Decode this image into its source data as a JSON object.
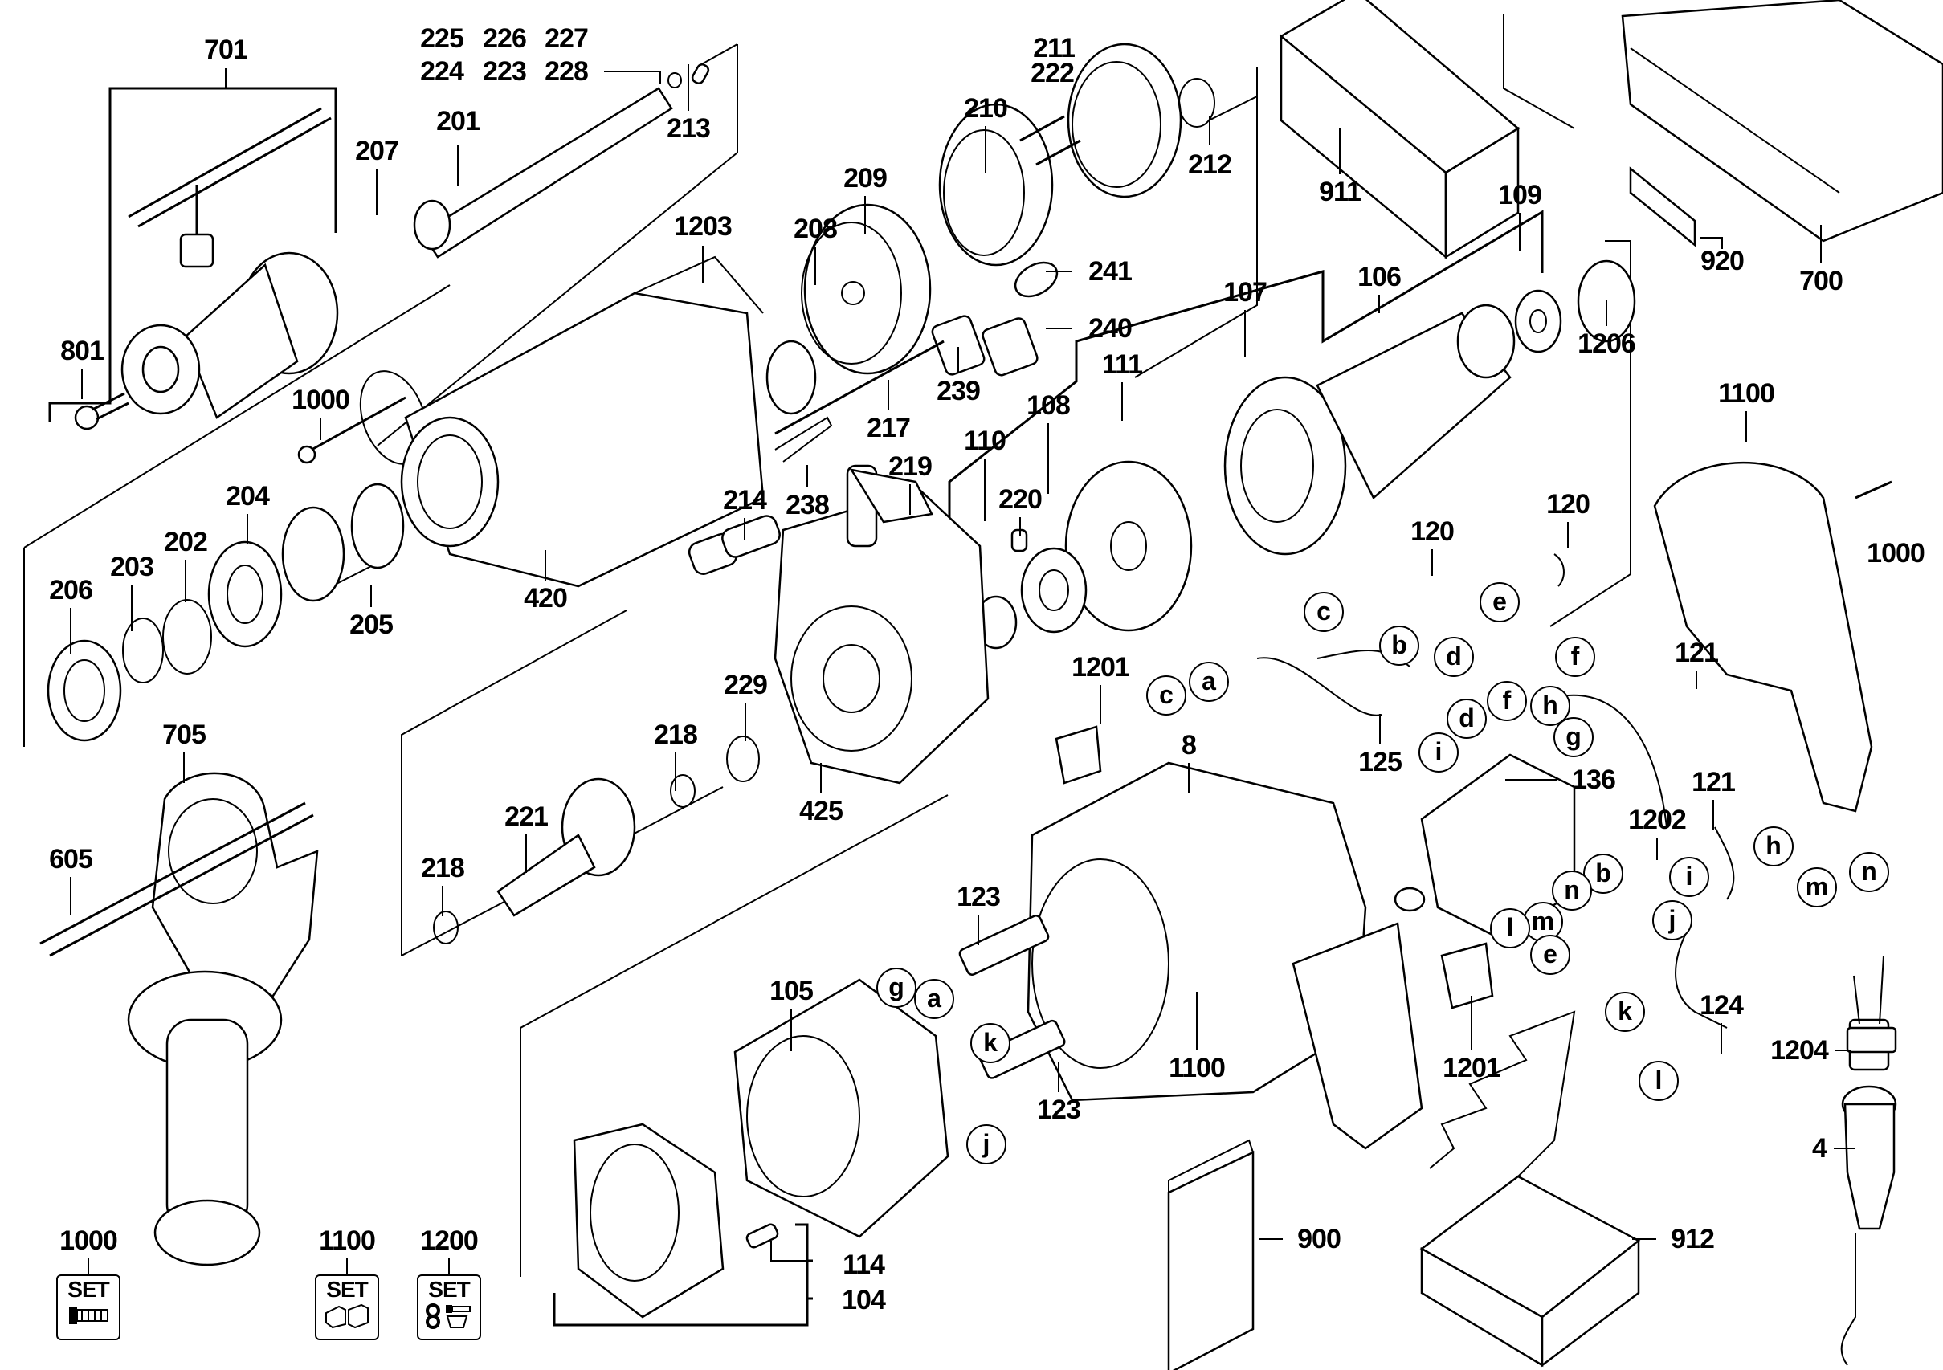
{
  "diagram": {
    "title": "Exploded parts diagram - corded drill",
    "labels": [
      {
        "id": "l701",
        "text": "701"
      },
      {
        "id": "l225",
        "text": "225"
      },
      {
        "id": "l226",
        "text": "226"
      },
      {
        "id": "l227",
        "text": "227"
      },
      {
        "id": "l224",
        "text": "224"
      },
      {
        "id": "l223",
        "text": "223"
      },
      {
        "id": "l228",
        "text": "228"
      },
      {
        "id": "l213",
        "text": "213"
      },
      {
        "id": "l201",
        "text": "201"
      },
      {
        "id": "l207",
        "text": "207"
      },
      {
        "id": "l801",
        "text": "801"
      },
      {
        "id": "l1000a",
        "text": "1000"
      },
      {
        "id": "l1203",
        "text": "1203"
      },
      {
        "id": "l208",
        "text": "208"
      },
      {
        "id": "l209",
        "text": "209"
      },
      {
        "id": "l210",
        "text": "210"
      },
      {
        "id": "l211",
        "text": "211"
      },
      {
        "id": "l222",
        "text": "222"
      },
      {
        "id": "l212",
        "text": "212"
      },
      {
        "id": "l241",
        "text": "241"
      },
      {
        "id": "l240",
        "text": "240"
      },
      {
        "id": "l239",
        "text": "239"
      },
      {
        "id": "l217",
        "text": "217"
      },
      {
        "id": "l238",
        "text": "238"
      },
      {
        "id": "l911",
        "text": "911"
      },
      {
        "id": "l920",
        "text": "920"
      },
      {
        "id": "l700",
        "text": "700"
      },
      {
        "id": "l109",
        "text": "109"
      },
      {
        "id": "l106",
        "text": "106"
      },
      {
        "id": "l107",
        "text": "107"
      },
      {
        "id": "l1206",
        "text": "1206"
      },
      {
        "id": "l111",
        "text": "111"
      },
      {
        "id": "l108",
        "text": "108"
      },
      {
        "id": "l110",
        "text": "110"
      },
      {
        "id": "l220",
        "text": "220"
      },
      {
        "id": "l219",
        "text": "219"
      },
      {
        "id": "l214",
        "text": "214"
      },
      {
        "id": "l204",
        "text": "204"
      },
      {
        "id": "l202",
        "text": "202"
      },
      {
        "id": "l203",
        "text": "203"
      },
      {
        "id": "l206",
        "text": "206"
      },
      {
        "id": "l205",
        "text": "205"
      },
      {
        "id": "l420",
        "text": "420"
      },
      {
        "id": "l1100a",
        "text": "1100"
      },
      {
        "id": "l1000b",
        "text": "1000"
      },
      {
        "id": "l120a",
        "text": "120"
      },
      {
        "id": "l120b",
        "text": "120"
      },
      {
        "id": "l1201a",
        "text": "1201"
      },
      {
        "id": "l8",
        "text": "8"
      },
      {
        "id": "l125",
        "text": "125"
      },
      {
        "id": "l136",
        "text": "136"
      },
      {
        "id": "l121a",
        "text": "121"
      },
      {
        "id": "l121b",
        "text": "121"
      },
      {
        "id": "l1202",
        "text": "1202"
      },
      {
        "id": "l229",
        "text": "229"
      },
      {
        "id": "l218a",
        "text": "218"
      },
      {
        "id": "l425",
        "text": "425"
      },
      {
        "id": "l221",
        "text": "221"
      },
      {
        "id": "l218b",
        "text": "218"
      },
      {
        "id": "l705",
        "text": "705"
      },
      {
        "id": "l605",
        "text": "605"
      },
      {
        "id": "l123a",
        "text": "123"
      },
      {
        "id": "l105",
        "text": "105"
      },
      {
        "id": "l123b",
        "text": "123"
      },
      {
        "id": "l1100b",
        "text": "1100"
      },
      {
        "id": "l1201b",
        "text": "1201"
      },
      {
        "id": "l124",
        "text": "124"
      },
      {
        "id": "l1204",
        "text": "1204"
      },
      {
        "id": "l4",
        "text": "4"
      },
      {
        "id": "l900",
        "text": "900"
      },
      {
        "id": "l912",
        "text": "912"
      },
      {
        "id": "l114",
        "text": "114"
      },
      {
        "id": "l104",
        "text": "104"
      },
      {
        "id": "l1000c",
        "text": "1000"
      },
      {
        "id": "l1100c",
        "text": "1100"
      },
      {
        "id": "l1200",
        "text": "1200"
      }
    ],
    "connectors": [
      {
        "id": "c_c1",
        "text": "c"
      },
      {
        "id": "c_d1",
        "text": "d"
      },
      {
        "id": "c_e1",
        "text": "e"
      },
      {
        "id": "c_f1",
        "text": "f"
      },
      {
        "id": "c_a1",
        "text": "a"
      },
      {
        "id": "c_b1",
        "text": "b"
      },
      {
        "id": "c_c2",
        "text": "c"
      },
      {
        "id": "c_d2",
        "text": "d"
      },
      {
        "id": "c_f2",
        "text": "f"
      },
      {
        "id": "c_h1",
        "text": "h"
      },
      {
        "id": "c_i1",
        "text": "i"
      },
      {
        "id": "c_g1",
        "text": "g"
      },
      {
        "id": "c_h2",
        "text": "h"
      },
      {
        "id": "c_b2",
        "text": "b"
      },
      {
        "id": "c_n1",
        "text": "n"
      },
      {
        "id": "c_m1",
        "text": "m"
      },
      {
        "id": "c_l1",
        "text": "l"
      },
      {
        "id": "c_e2",
        "text": "e"
      },
      {
        "id": "c_i2",
        "text": "i"
      },
      {
        "id": "c_j1",
        "text": "j"
      },
      {
        "id": "c_k1",
        "text": "k"
      },
      {
        "id": "c_l2",
        "text": "l"
      },
      {
        "id": "c_m2",
        "text": "m"
      },
      {
        "id": "c_n2",
        "text": "n"
      },
      {
        "id": "c_g2",
        "text": "g"
      },
      {
        "id": "c_a2",
        "text": "a"
      },
      {
        "id": "c_k2",
        "text": "k"
      },
      {
        "id": "c_j2",
        "text": "j"
      }
    ],
    "set_badges": [
      {
        "id": "s1000",
        "text": "SET",
        "icon": "screw-icon"
      },
      {
        "id": "s1100",
        "text": "SET",
        "icon": "housing-halves-icon"
      },
      {
        "id": "s1200",
        "text": "SET",
        "icon": "small-parts-icon"
      }
    ]
  }
}
